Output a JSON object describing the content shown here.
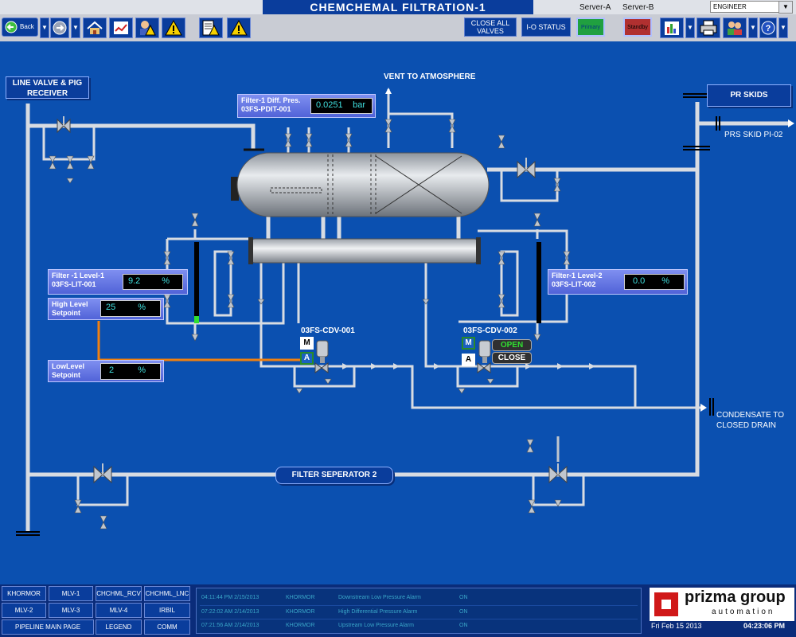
{
  "app": {
    "title": "CHEMCHEMAL FILTRATION-1",
    "server_a": "Server-A",
    "server_b": "Server-B",
    "user_role": "ENGINEER"
  },
  "toolbar": {
    "back_label": "Back",
    "close_all_valves": "CLOSE ALL VALVES",
    "io_status": "I-O STATUS",
    "primary": "Primary",
    "standby": "Standby"
  },
  "headers": {
    "line_valve": "LINE VALVE & PIG RECEIVER",
    "pr_skids": "PR SKIDS",
    "filter_separator": "FILTER SEPERATOR 2"
  },
  "labels": {
    "vent": "VENT TO ATMOSPHERE",
    "prs_skid": "PRS SKID PI-02",
    "condensate_1": "CONDENSATE TO",
    "condensate_2": "CLOSED DRAIN",
    "cdv1": "03FS-CDV-001",
    "cdv2": "03FS-CDV-002"
  },
  "instruments": {
    "diff_pres": {
      "title": "Filter-1 Diff. Pres.",
      "tag": "03FS-PDIT-001",
      "value": "0.0251",
      "unit": "bar"
    },
    "level1": {
      "title": "Filter -1 Level-1",
      "tag": "03FS-LIT-001",
      "value": "9.2",
      "unit": "%",
      "fill_percent": 9.2
    },
    "level2": {
      "title": "Filter-1 Level-2",
      "tag": "03FS-LIT-002",
      "value": "0.0",
      "unit": "%",
      "fill_percent": 0
    },
    "high_setpoint": {
      "title1": "High Level",
      "title2": "Setpoint",
      "value": "25",
      "unit": "%"
    },
    "low_setpoint": {
      "title1": "LowLevel",
      "title2": "Setpoint",
      "value": "2",
      "unit": "%"
    }
  },
  "valve_controls": {
    "manual": "M",
    "auto": "A",
    "open": "OPEN",
    "close": "CLOSE"
  },
  "nav_buttons": [
    "KHORMOR",
    "MLV-1",
    "CHCHML_RCV",
    "CHCHML_LNC",
    "MLV-2",
    "MLV-3",
    "MLV-4",
    "IRBIL",
    "PIPELINE MAIN PAGE",
    "LEGEND",
    "COMM"
  ],
  "alarms": [
    {
      "time": "04:11:44 PM 2/15/2013",
      "station": "KHORMOR",
      "message": "Downstream Low Pressure Alarm",
      "state": "ON"
    },
    {
      "time": "07:22:02 AM 2/14/2013",
      "station": "KHORMOR",
      "message": "High Differential Pressure Alarm",
      "state": "ON"
    },
    {
      "time": "07:21:56 AM 2/14/2013",
      "station": "KHORMOR",
      "message": "Upstream Low Pressure Alarm",
      "state": "ON"
    }
  ],
  "logo": {
    "name": "prizma group",
    "sub": "automation"
  },
  "status": {
    "date": "Fri Feb 15 2013",
    "time": "04:23:06 PM"
  },
  "colors": {
    "background": "#0b50b0",
    "pipe": "#d8dce2",
    "setpoint_line": "#f08010",
    "level_fill": "#30e030"
  }
}
